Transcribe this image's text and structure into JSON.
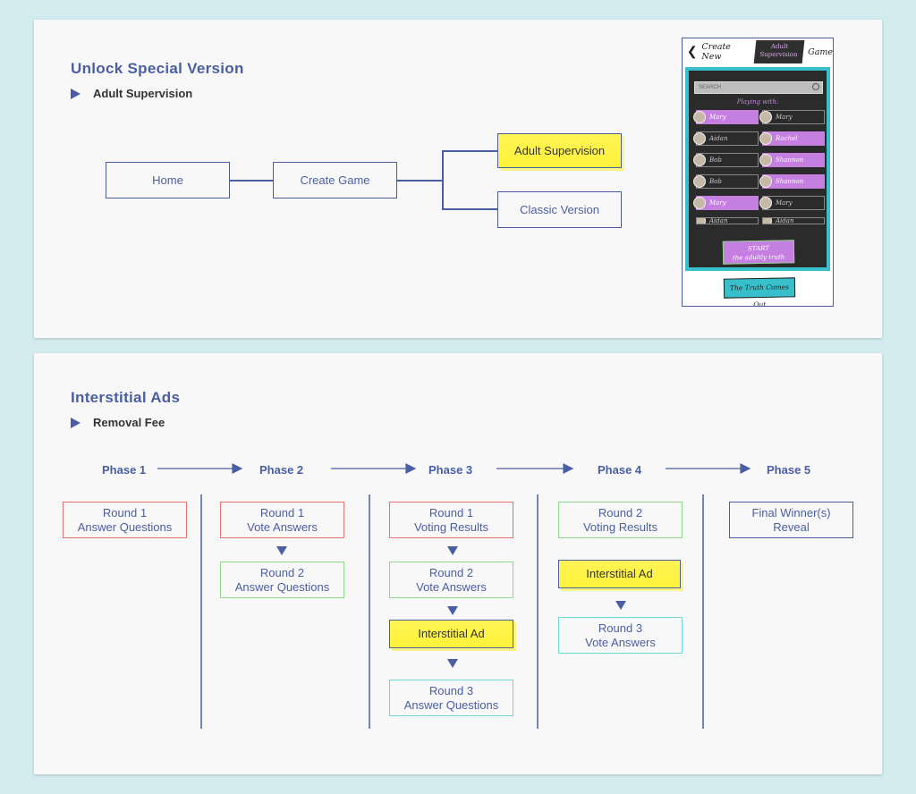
{
  "top_section": {
    "title": "Unlock Special Version",
    "subtitle": "Adult Supervision",
    "flow": {
      "home": "Home",
      "create_game": "Create Game",
      "adult_supervision": "Adult Supervision",
      "classic_version": "Classic Version"
    },
    "phone": {
      "back_icon": "chevron-left-icon",
      "header_left": "Create New",
      "header_tab_line1": "Adult",
      "header_tab_line2": "Supervision",
      "header_right": "Game",
      "search_placeholder": "SEARCH",
      "playing_with": "Playing with:",
      "players_left": [
        "Mary",
        "Aidan",
        "Bob",
        "Bob",
        "Mary",
        "Aidan"
      ],
      "players_right": [
        "Mary",
        "Rachel",
        "Shannon",
        "Shannon",
        "Mary",
        "Aidan"
      ],
      "selected_left": [
        true,
        false,
        false,
        false,
        true,
        false
      ],
      "selected_right": [
        false,
        true,
        true,
        true,
        false,
        false
      ],
      "start_line1": "START",
      "start_line2": "the adultly truth",
      "footer": "The Truth Comes Out"
    }
  },
  "bottom_section": {
    "title": "Interstitial Ads",
    "subtitle": "Removal Fee",
    "phases": [
      "Phase 1",
      "Phase 2",
      "Phase 3",
      "Phase 4",
      "Phase 5"
    ],
    "steps": {
      "p1_round1_answer": [
        "Round 1",
        "Answer Questions"
      ],
      "p2_round1_vote": [
        "Round 1",
        "Vote Answers"
      ],
      "p2_round2_answer": [
        "Round 2",
        "Answer Questions"
      ],
      "p3_round1_results": [
        "Round 1",
        "Voting Results"
      ],
      "p3_round2_vote": [
        "Round 2",
        "Vote Answers"
      ],
      "p3_ad": "Interstitial Ad",
      "p3_round3_answer": [
        "Round 3",
        "Answer Questions"
      ],
      "p4_round2_results": [
        "Round 2",
        "Voting Results"
      ],
      "p4_ad": "Interstitial Ad",
      "p4_round3_vote": [
        "Round 3",
        "Vote Answers"
      ],
      "p5_final": [
        "Final Winner(s)",
        "Reveal"
      ]
    }
  },
  "colors": {
    "accent_blue": "#4a5ea4",
    "round1_red": "#e5736e",
    "round2_green": "#8fd58a",
    "round3_teal": "#6fd7cf",
    "ad_yellow": "#fff23a"
  }
}
